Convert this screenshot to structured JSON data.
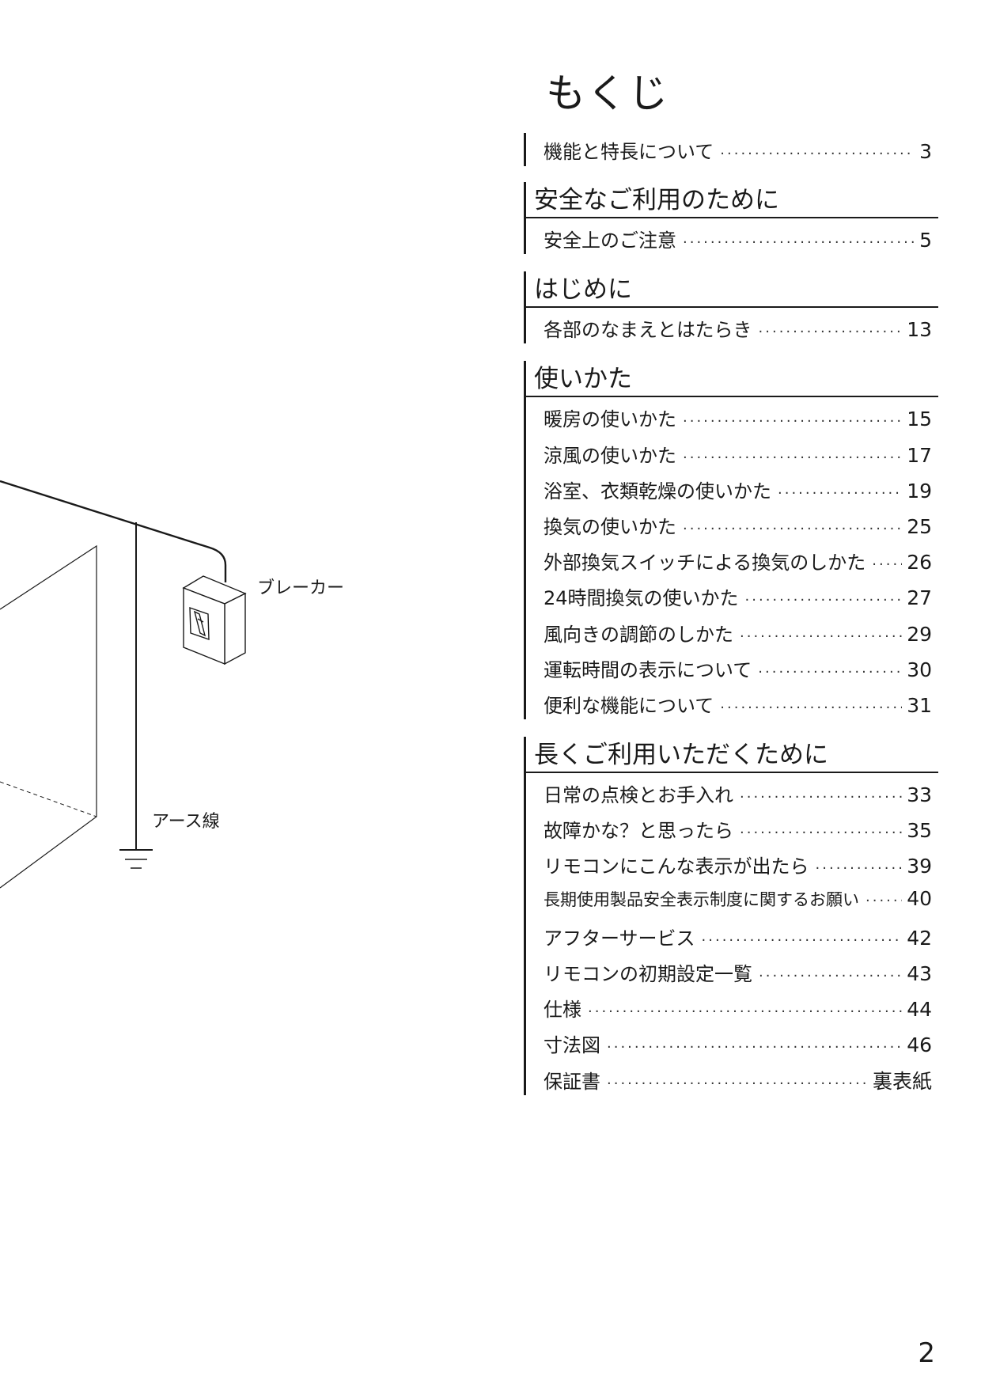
{
  "title": "もくじ",
  "illustration": {
    "breaker_label": "ブレーカー",
    "earth_label": "アース線"
  },
  "toc": {
    "intro": {
      "entries": [
        {
          "title": "機能と特長について",
          "page": "3"
        }
      ]
    },
    "sections": [
      {
        "heading": "安全なご利用のために",
        "entries": [
          {
            "title": "安全上のご注意",
            "page": "5"
          }
        ]
      },
      {
        "heading": "はじめに",
        "entries": [
          {
            "title": "各部のなまえとはたらき",
            "page": "13"
          }
        ]
      },
      {
        "heading": "使いかた",
        "entries": [
          {
            "title": "暖房の使いかた",
            "page": "15"
          },
          {
            "title": "涼風の使いかた",
            "page": "17"
          },
          {
            "title": "浴室、衣類乾燥の使いかた",
            "page": "19"
          },
          {
            "title": "換気の使いかた",
            "page": "25"
          },
          {
            "title": "外部換気スイッチによる換気のしかた",
            "page": "26"
          },
          {
            "title": "24時間換気の使いかた",
            "page": "27"
          },
          {
            "title": "風向きの調節のしかた",
            "page": "29"
          },
          {
            "title": "運転時間の表示について",
            "page": "30"
          },
          {
            "title": "便利な機能について",
            "page": "31"
          }
        ]
      },
      {
        "heading": "長くご利用いただくために",
        "entries": [
          {
            "title": "日常の点検とお手入れ",
            "page": "33"
          },
          {
            "title": "故障かな？と思ったら",
            "page": "35"
          },
          {
            "title": "リモコンにこんな表示が出たら",
            "page": "39"
          },
          {
            "title": "長期使用製品安全表示制度に関するお願い",
            "page": "40"
          },
          {
            "title": "アフターサービス",
            "page": "42"
          },
          {
            "title": "リモコンの初期設定一覧",
            "page": "43"
          },
          {
            "title": "仕様",
            "page": "44"
          },
          {
            "title": "寸法図",
            "page": "46"
          },
          {
            "title": "保証書",
            "page": "裏表紙"
          }
        ]
      }
    ]
  },
  "page_number": "2"
}
